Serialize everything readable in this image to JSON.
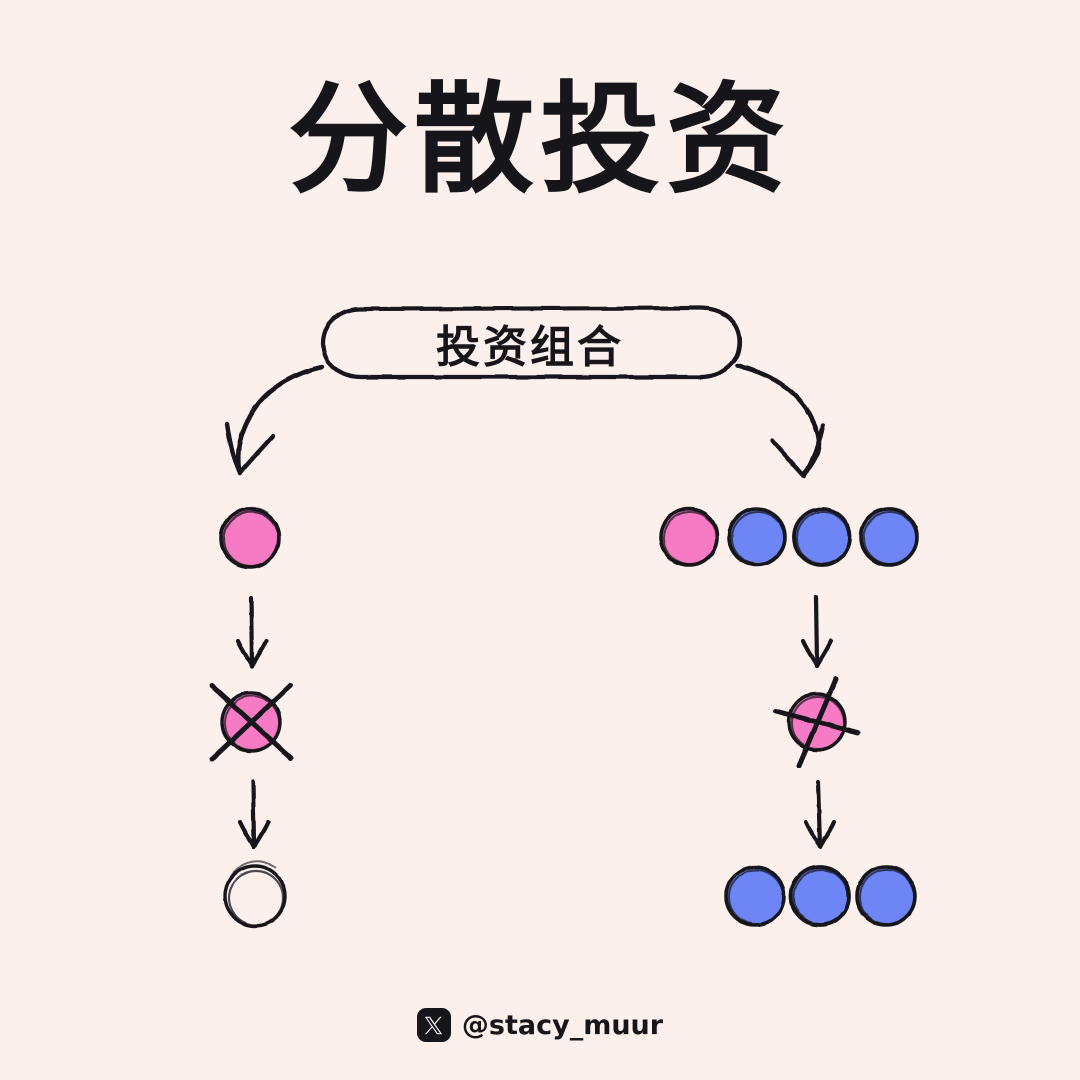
{
  "page": {
    "title": "分散投资",
    "background_color": "#FCF0EC",
    "ink_color": "#16161a"
  },
  "diagram": {
    "root": {
      "label": "投资组合",
      "shape": "rounded-pill"
    },
    "colors": {
      "pink": "#F77BC4",
      "blue": "#6E85F5",
      "outline": "#16161a",
      "empty_fill": "#FCF0EC"
    },
    "branches": [
      {
        "name": "concentrated",
        "side": "left",
        "stages": [
          {
            "name": "initial",
            "circles": [
              {
                "fill": "pink",
                "state": "filled"
              }
            ]
          },
          {
            "name": "loss",
            "circles": [
              {
                "fill": "pink",
                "state": "crossed-out"
              }
            ]
          },
          {
            "name": "result",
            "circles": [
              {
                "fill": "none",
                "state": "empty"
              }
            ]
          }
        ]
      },
      {
        "name": "diversified",
        "side": "right",
        "stages": [
          {
            "name": "initial",
            "circles": [
              {
                "fill": "pink",
                "state": "filled"
              },
              {
                "fill": "blue",
                "state": "filled"
              },
              {
                "fill": "blue",
                "state": "filled"
              },
              {
                "fill": "blue",
                "state": "filled"
              }
            ]
          },
          {
            "name": "loss",
            "circles": [
              {
                "fill": "pink",
                "state": "crossed-out"
              }
            ]
          },
          {
            "name": "result",
            "circles": [
              {
                "fill": "blue",
                "state": "filled"
              },
              {
                "fill": "blue",
                "state": "filled"
              },
              {
                "fill": "blue",
                "state": "filled"
              }
            ]
          }
        ]
      }
    ]
  },
  "footer": {
    "icon": "x-logo-icon",
    "handle": "@stacy_muur"
  }
}
